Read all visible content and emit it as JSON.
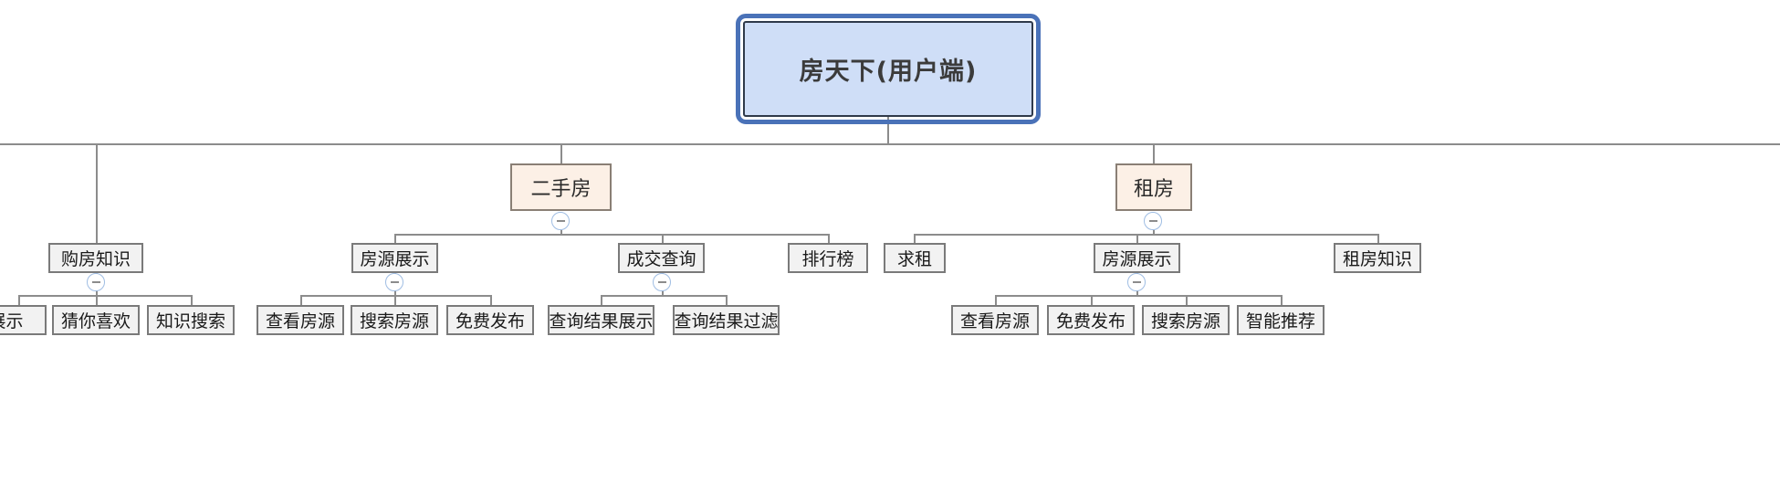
{
  "diagram": {
    "type": "mindmap-tree",
    "title": "房天下(用户端)",
    "colors": {
      "root_fill": "#cfdef7",
      "root_border": "#4a72b8",
      "level2_fill": "#fcf0e6",
      "level2_border": "#8a7f75",
      "leaf_fill": "#f2f2f2",
      "leaf_border": "#7a7a7a",
      "connector": "#8c8c8c",
      "toggle_border": "#9fbde3"
    },
    "toggle_icon": "collapse-minus-icon"
  },
  "nodes": {
    "root": {
      "label": "房天下(用户端)"
    },
    "level2": [
      {
        "label": "二手房"
      },
      {
        "label": "租房"
      }
    ],
    "level3": [
      {
        "label": "购房知识"
      },
      {
        "label": "房源展示"
      },
      {
        "label": "成交查询"
      },
      {
        "label": "排行榜"
      },
      {
        "label": "求租"
      },
      {
        "label": "房源展示"
      },
      {
        "label": "租房知识"
      }
    ],
    "level4": [
      {
        "label": "展示"
      },
      {
        "label": "猜你喜欢"
      },
      {
        "label": "知识搜索"
      },
      {
        "label": "查看房源"
      },
      {
        "label": "搜索房源"
      },
      {
        "label": "免费发布"
      },
      {
        "label": "查询结果展示"
      },
      {
        "label": "查询结果过滤"
      },
      {
        "label": "查看房源"
      },
      {
        "label": "免费发布"
      },
      {
        "label": "搜索房源"
      },
      {
        "label": "智能推荐"
      }
    ]
  }
}
